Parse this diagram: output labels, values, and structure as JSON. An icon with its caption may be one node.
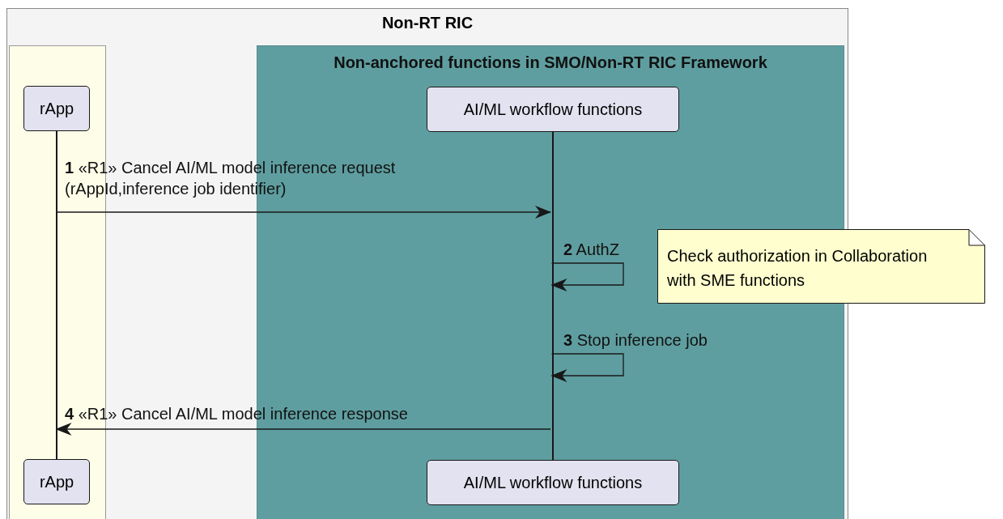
{
  "diagram": {
    "nodes": [
      {
        "text": [
          "Non-RT RIC"
        ]
      },
      {
        "text": [
          "Non-anchored functions in SMO/Non-RT RIC Framework"
        ],
        "in": 0
      },
      {
        "text": [
          "rApp"
        ],
        "in": 0
      },
      {
        "text": [
          "AI/ML workflow functions"
        ],
        "in": 1
      },
      {
        "text": [
          "Check authorization in Collaboration with SME functions"
        ]
      },
      {
        "text": [
          "rApp"
        ],
        "in": 0
      },
      {
        "text": [
          "AI/ML workflow functions"
        ],
        "in": 1
      },
      {
        "text": [],
        "shape": "line",
        "in": 0
      },
      {
        "text": [],
        "shape": "line",
        "in": 1
      }
    ],
    "edges": [
      {
        "from": 7,
        "to": 8,
        "arrow": "to",
        "label": "**1** «R1» Cancel AI/ML model inference request (rAppId,inference job identifier)"
      },
      {
        "from": 8,
        "to": 8,
        "arrow": "to",
        "label": "**2** AuthZ"
      },
      {
        "from": 8,
        "to": 8,
        "arrow": "to",
        "label": "**3** Stop inference job"
      },
      {
        "from": 8,
        "to": 7,
        "arrow": "to",
        "label": "**4** «R1» Cancel AI/ML model inference response"
      }
    ]
  }
}
